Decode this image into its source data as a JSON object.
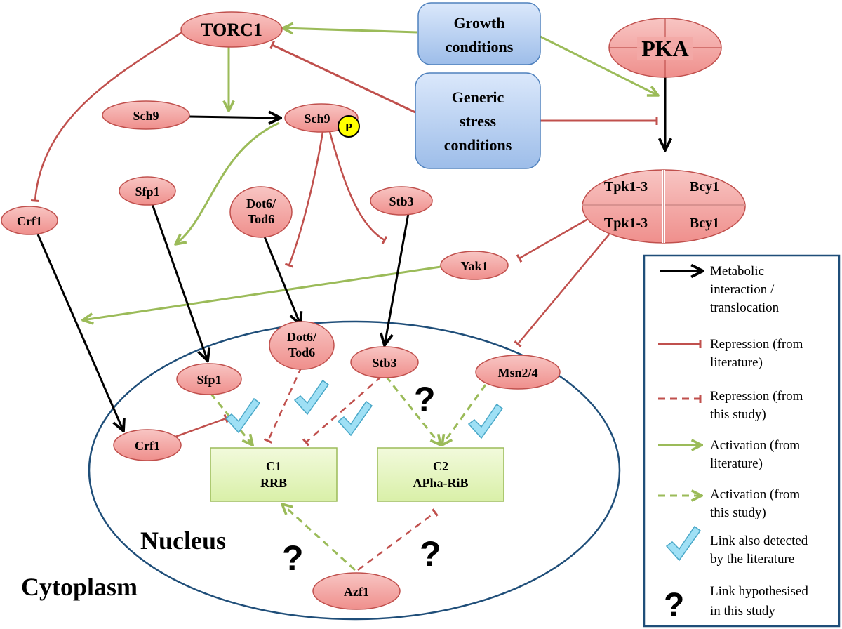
{
  "colors": {
    "node_fill": "#f4a6a4",
    "node_stroke": "#c0504d",
    "stress_box_fill": "#b8d0f2",
    "stress_box_stroke": "#4f81bd",
    "cluster_fill": "#e6f5c2",
    "cluster_stroke": "#9bbb59",
    "metabolic": "#000000",
    "repression": "#c0504d",
    "activation": "#9bbb59",
    "check": "#7fd3ef",
    "phospho": "#ffff00",
    "nucleus_stroke": "#1f4e79",
    "legend_stroke": "#1f4e79"
  },
  "regions": {
    "nucleus": "Nucleus",
    "cytoplasm": "Cytoplasm"
  },
  "nodes": {
    "torc1": "TORC1",
    "pka": "PKA",
    "sch9": "Sch9",
    "sch9_p": "Sch9",
    "phospho": "P",
    "sfp1_cyto": "Sfp1",
    "dot6_cyto": [
      "Dot6/",
      "Tod6"
    ],
    "stb3_cyto": "Stb3",
    "crf1_cyto": "Crf1",
    "yak1": "Yak1",
    "tpk_top": "Tpk1-3",
    "bcy_top": "Bcy1",
    "tpk_bottom": "Tpk1-3",
    "bcy_bottom": "Bcy1",
    "dot6_nuc": [
      "Dot6/",
      "Tod6"
    ],
    "stb3_nuc": "Stb3",
    "sfp1_nuc": "Sfp1",
    "msn24": "Msn2/4",
    "crf1_nuc": "Crf1",
    "azf1": "Azf1"
  },
  "conditions": {
    "growth": [
      "Growth",
      "conditions"
    ],
    "stress": [
      "Generic",
      "stress",
      "conditions"
    ]
  },
  "clusters": {
    "c1": [
      "C1",
      "RRB"
    ],
    "c2": [
      "C2",
      "APha-RiB"
    ]
  },
  "question_mark": "?",
  "legend": {
    "metabolic": [
      "Metabolic",
      "interaction /",
      "translocation"
    ],
    "repression_lit": [
      "Repression (from",
      "literature)"
    ],
    "repression_study": [
      "Repression (from",
      "this study)"
    ],
    "activation_lit": [
      "Activation (from",
      "literature)"
    ],
    "activation_study": [
      "Activation (from",
      "this study)"
    ],
    "link_detected": [
      "Link also detected",
      "by the literature"
    ],
    "link_hypothesised": [
      "Link hypothesised",
      "in this study"
    ]
  }
}
